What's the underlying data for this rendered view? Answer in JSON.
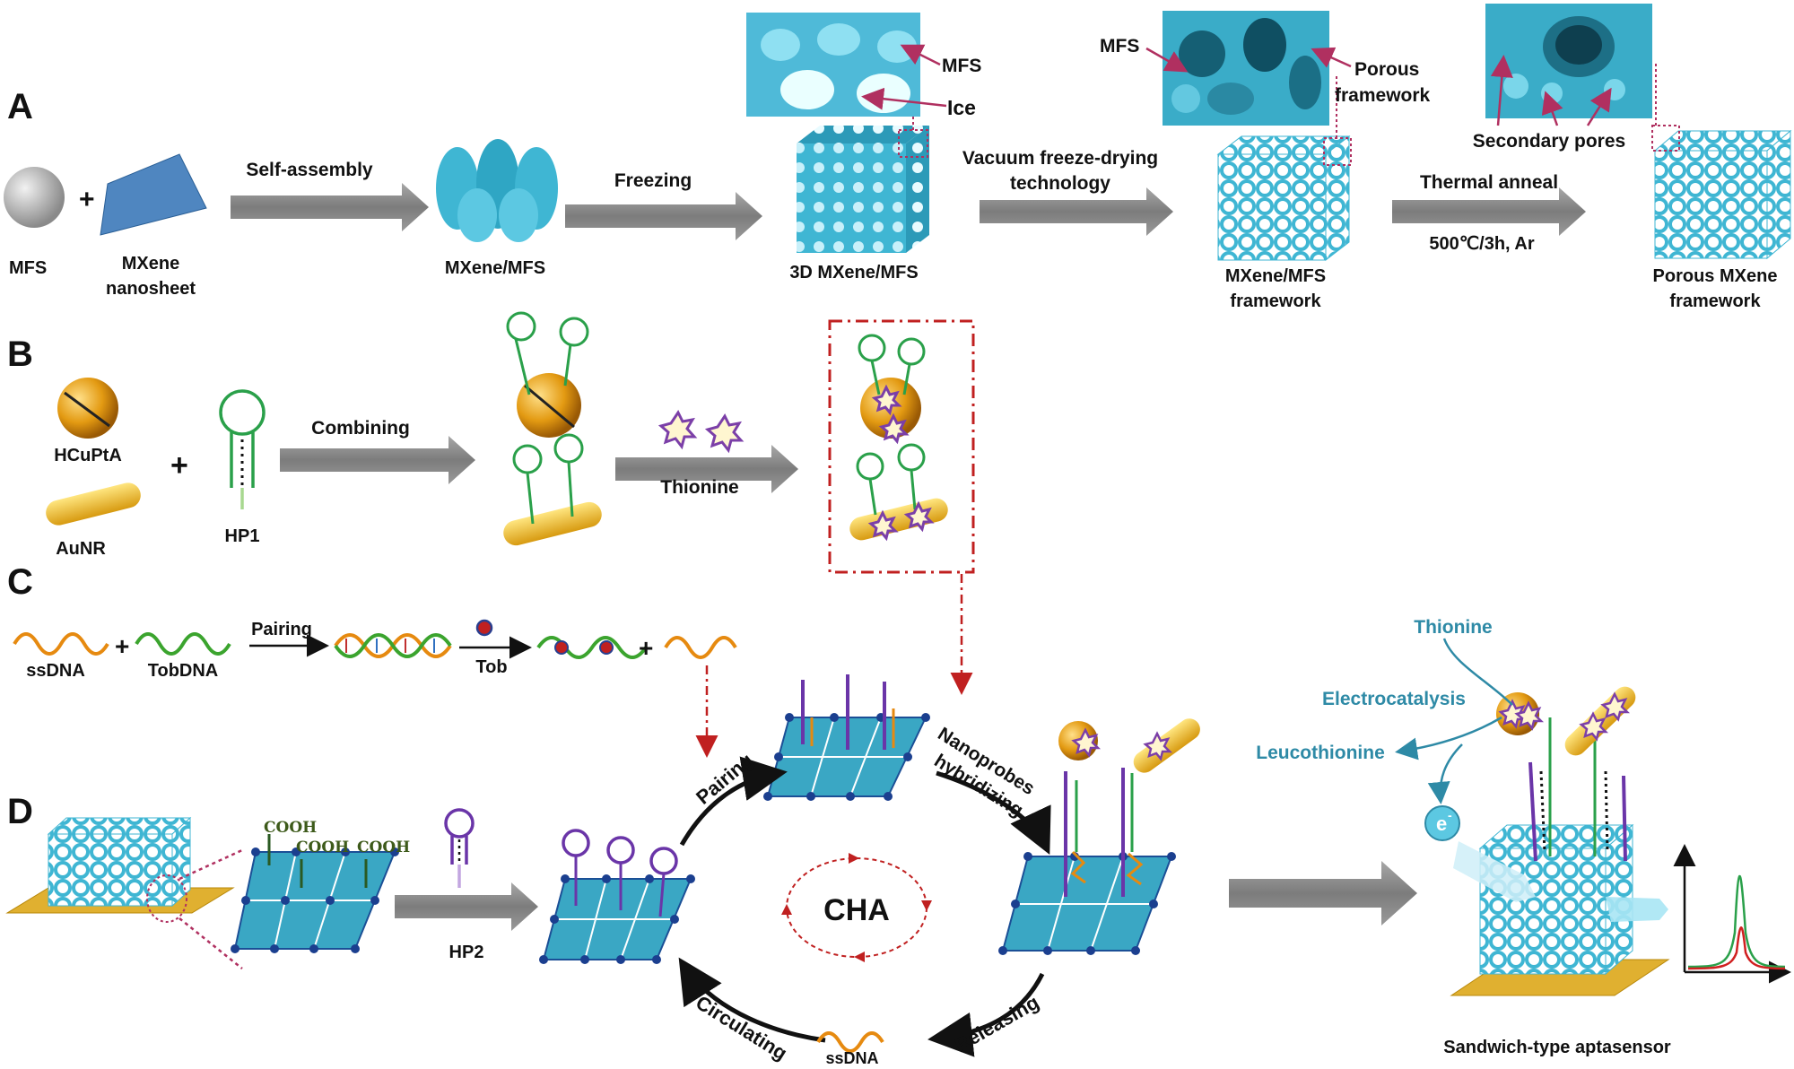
{
  "panels": {
    "a": "A",
    "b": "B",
    "c": "C",
    "d": "D"
  },
  "panel_a": {
    "mfs": "MFS",
    "plus": "+",
    "mxene_1": "MXene",
    "mxene_2": "nanosheet",
    "self_assembly": "Self-assembly",
    "mxene_mfs": "MXene/MFS",
    "freezing": "Freezing",
    "mxene_mfs_3d": "3D MXene/MFS",
    "inset1_mfs": "MFS",
    "inset1_ice": "Ice",
    "vacuum_1": "Vacuum freeze-drying",
    "vacuum_2": "technology",
    "inset2_mfs": "MFS",
    "porous_1": "Porous",
    "porous_2": "framework",
    "framework_1": "MXene/MFS",
    "framework_2": "framework",
    "thermal": "Thermal anneal",
    "condition": "500℃/3h, Ar",
    "secondary": "Secondary pores",
    "porous_mxene_1": "Porous MXene",
    "porous_mxene_2": "framework"
  },
  "panel_b": {
    "hcupta": "HCuPtA",
    "aunr": "AuNR",
    "plus": "+",
    "hp1": "HP1",
    "combining": "Combining",
    "thionine": "Thionine"
  },
  "panel_c": {
    "ssdna": "ssDNA",
    "plus": "+",
    "tobdna": "TobDNA",
    "pairing": "Pairing",
    "tob": "Tob",
    "plus2": "+"
  },
  "panel_d": {
    "cooh": "COOH",
    "hp2": "HP2",
    "pairing": "Pairing",
    "nanoprobes_1": "Nanoprobes",
    "nanoprobes_2": "hybridizing",
    "cha": "CHA",
    "releasing": "Releasing",
    "circulating": "Circulating",
    "ssdna": "ssDNA",
    "thionine": "Thionine",
    "electrocatalysis": "Electrocatalysis",
    "leucothionine": "Leucothionine",
    "electron": "e",
    "electron_sup": "-",
    "sandwich": "Sandwich-type aptasensor"
  },
  "colors": {
    "mxene": "#3fb6d3",
    "arrow": "#8c8c8c",
    "gold": "#e8b62a",
    "probe_green": "#2aa04a",
    "probe_purple": "#6a35a8",
    "thionine_star": "#7b3fa8",
    "dashed_red": "#c02020",
    "label_blue": "#2e8aa6"
  }
}
